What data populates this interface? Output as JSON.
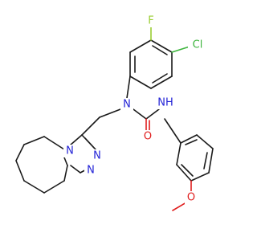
{
  "structure": {
    "atoms": {
      "F": {
        "text": "F",
        "color": "#9acd32"
      },
      "Cl": {
        "text": "Cl",
        "color": "#3cb43c"
      },
      "N_amide": {
        "text": "N",
        "color": "#2323d6"
      },
      "NH": {
        "text": "NH",
        "color": "#2323d6"
      },
      "O_carbonyl": {
        "text": "O",
        "color": "#e01e1e"
      },
      "N_triazole_1": {
        "text": "N",
        "color": "#2323d6"
      },
      "N_triazole_2": {
        "text": "N",
        "color": "#2323d6"
      },
      "N_triazole_3": {
        "text": "N",
        "color": "#2323d6"
      },
      "O_methoxy": {
        "text": "O",
        "color": "#e01e1e"
      }
    }
  }
}
